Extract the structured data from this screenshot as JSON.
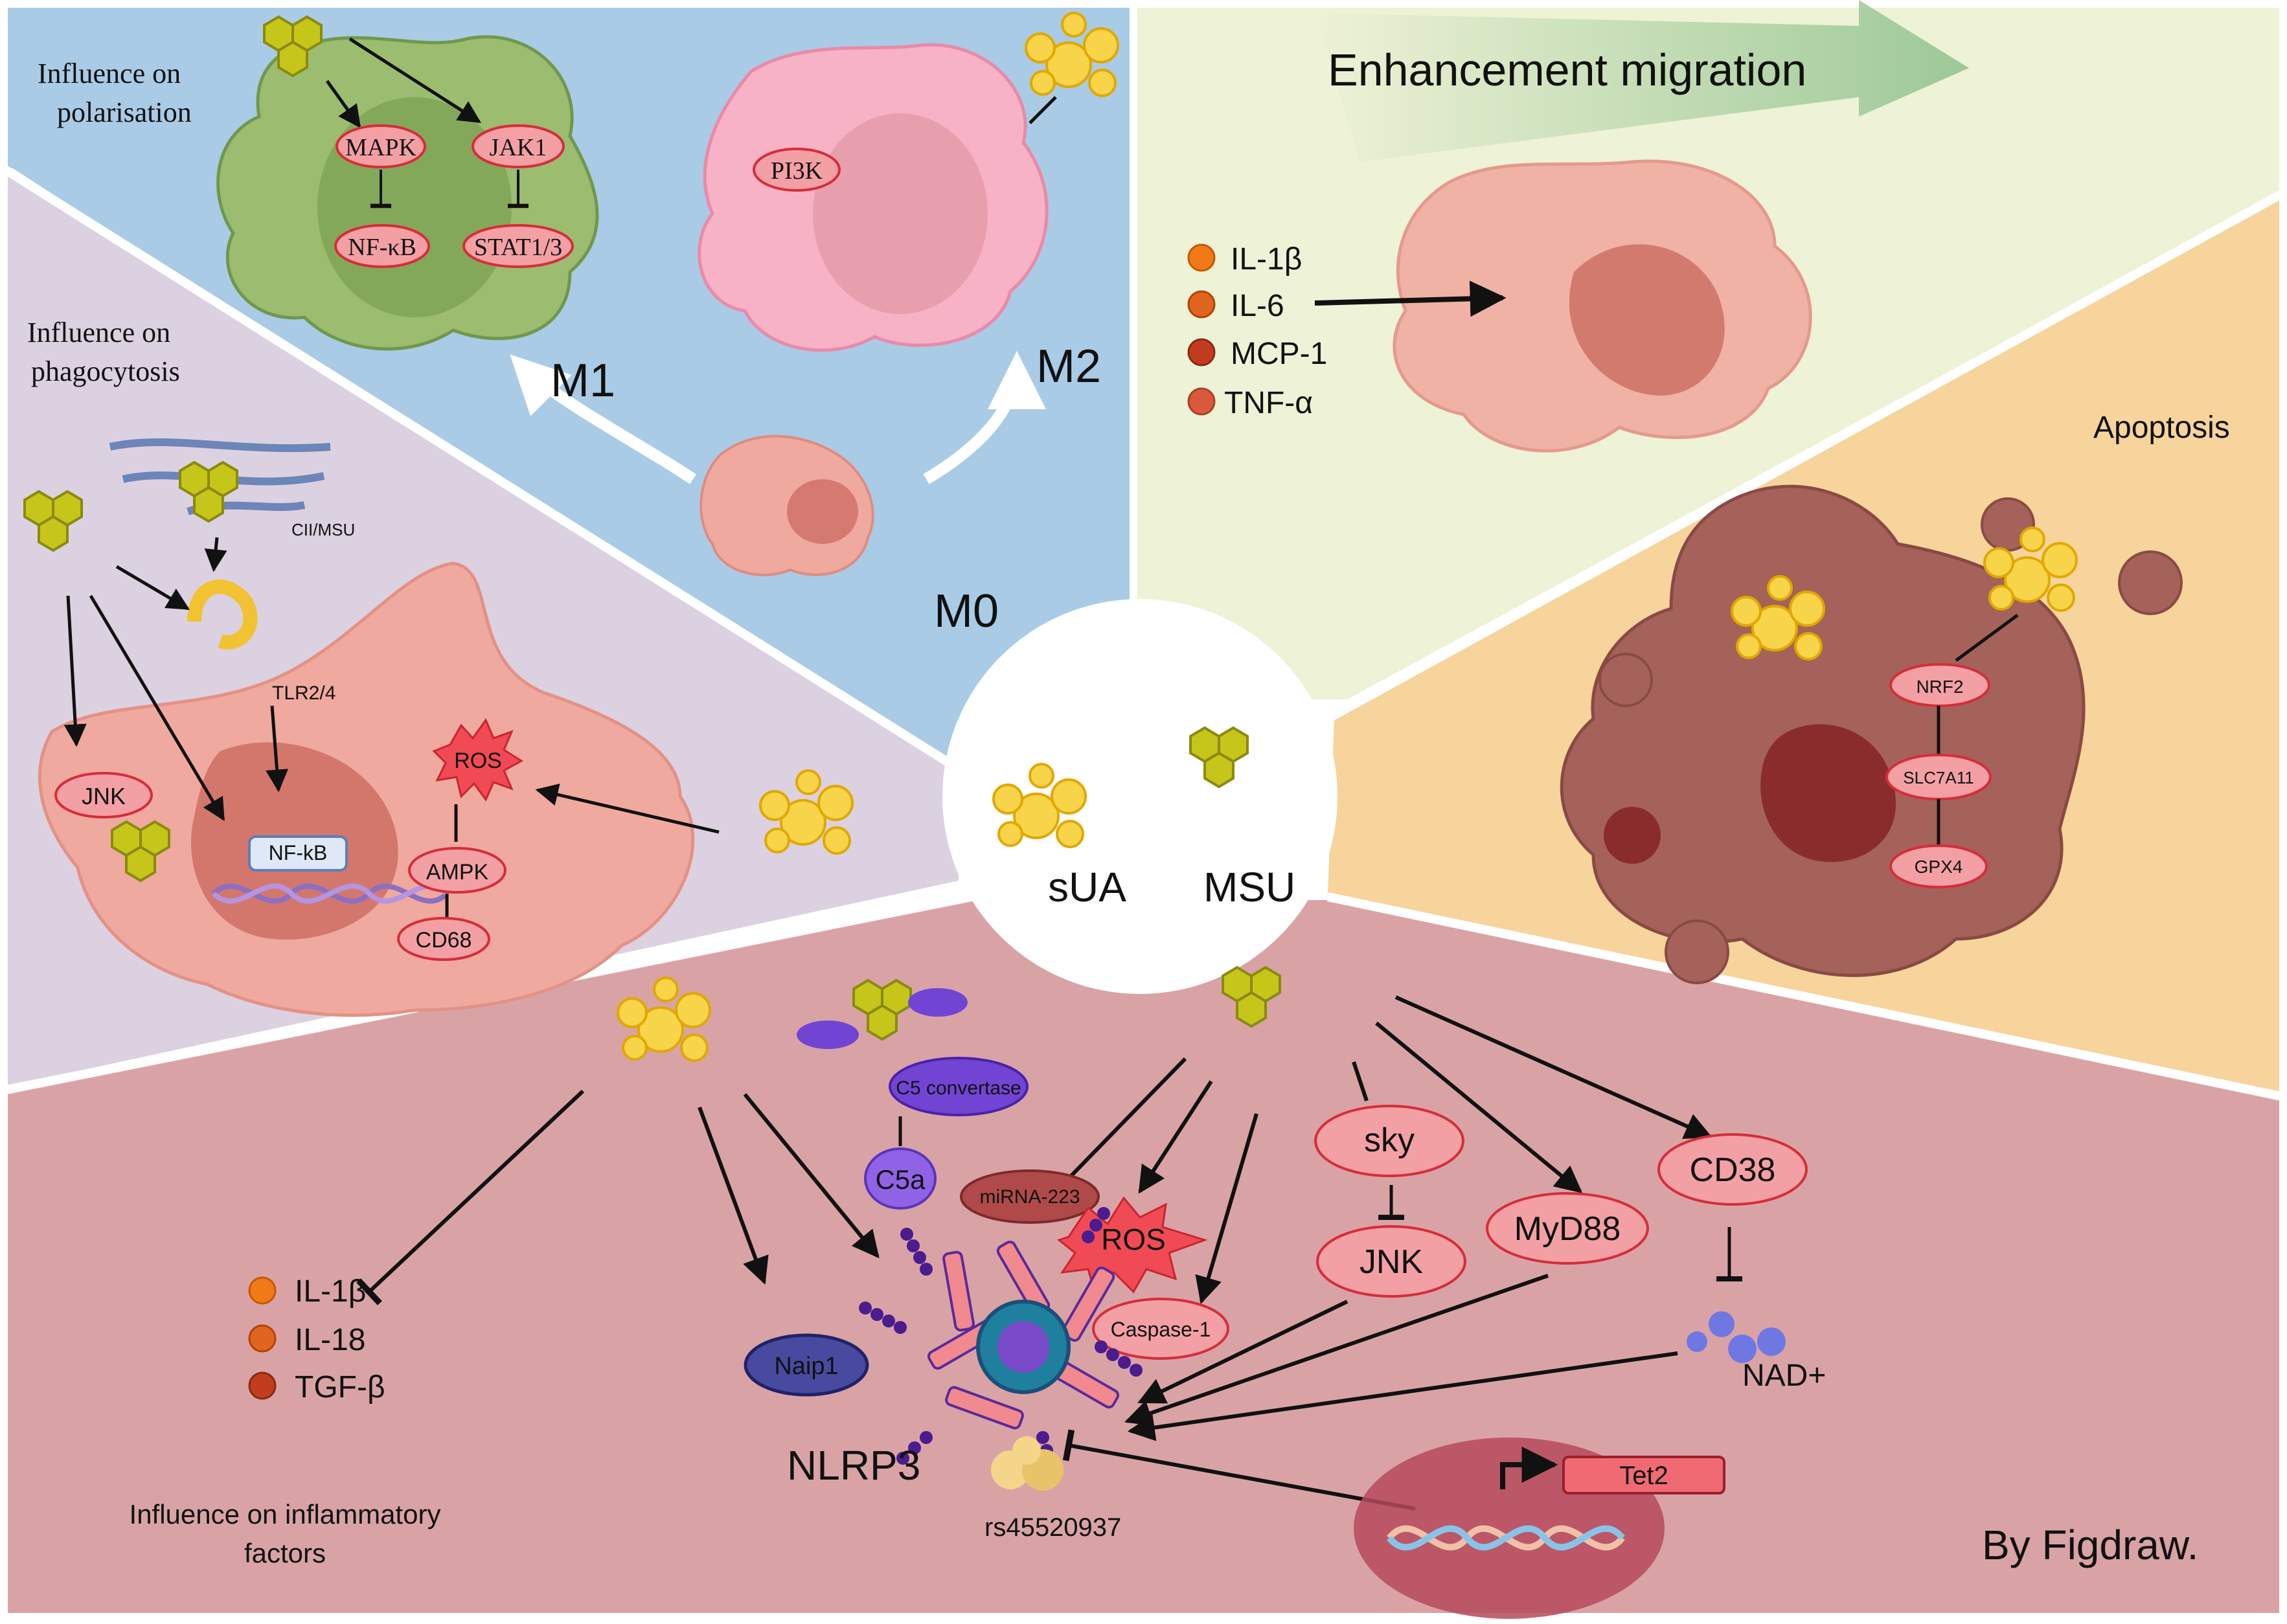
{
  "center": {
    "sua_label": "sUA",
    "msu_label": "MSU"
  },
  "polarisation": {
    "title": "Influence on\npolarisation",
    "m1": "M1",
    "m2": "M2",
    "m0": "M0",
    "nodes": {
      "mapk": "MAPK",
      "jak1": "JAK1",
      "nfkb": "NF-κB",
      "stat": "STAT1/3",
      "pi3k": "PI3K"
    }
  },
  "migration": {
    "title": "Enhancement migration",
    "factors": [
      "IL-1β",
      "IL-6",
      "MCP-1",
      "TNF-α"
    ]
  },
  "phagocytosis": {
    "title": "Influence on\nphagocytosis",
    "cii_msu": "CII/MSU",
    "tlr": "TLR2/4",
    "jnk": "JNK",
    "nfkb": "NF-kB",
    "ros": "ROS",
    "ampk": "AMPK",
    "cd68": "CD68"
  },
  "apoptosis": {
    "title": "Apoptosis",
    "nodes": [
      "NRF2",
      "SLC7A11",
      "GPX4"
    ]
  },
  "inflammatory": {
    "title": "Influence on inflammatory\nfactors",
    "factors": [
      "IL-1β",
      "IL-18",
      "TGF-β"
    ],
    "c5_convertase": "C5 convertase",
    "c5a": "C5a",
    "mirna": "miRNA-223",
    "ros": "ROS",
    "caspase": "Caspase-1",
    "sky": "sky",
    "jnk": "JNK",
    "myd88": "MyD88",
    "cd38": "CD38",
    "nad": "NAD+",
    "naip1": "Naip1",
    "nlrp3": "NLRP3",
    "rs": "rs45520937",
    "tet2": "Tet2"
  },
  "credit": "By Figdraw.",
  "colors": {
    "polarisation_bg": "#a9cbe6",
    "migration_bg": "#eef2d6",
    "phagocytosis_bg": "#dcd1e0",
    "apoptosis_bg": "#f6d49c",
    "inflammatory_bg": "#d9a3a6",
    "node_fill": "#f3a0a5",
    "node_stroke": "#d62d3a",
    "sua_yellow": "#f7d44a",
    "msu_green": "#c6c51a"
  },
  "icons": [
    "msu-crystal-icon",
    "sua-particles-icon",
    "dna-helix-icon",
    "nlrp3-inflammasome-icon",
    "collagen-fiber-icon",
    "tlr-receptor-icon",
    "ros-burst-icon"
  ]
}
